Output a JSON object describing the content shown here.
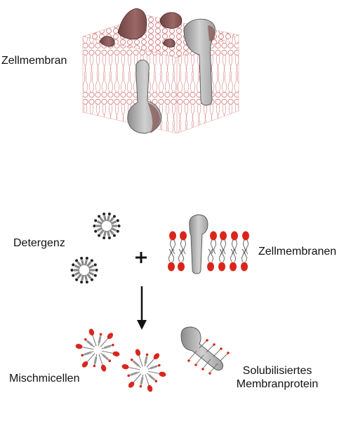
{
  "labels": {
    "zellmembran": "Zellmembran",
    "detergenz": "Detergenz",
    "zellmembranen": "Zellmembranen",
    "mischmicellen": "Mischmicellen",
    "solubilisiertes_line1": "Solubilisiertes",
    "solubilisiertes_line2": "Membranprotein",
    "plus": "+"
  },
  "colors": {
    "lipid_head_red": "#d9261c",
    "membrane_pink": "#e8a0a0",
    "protein_brown": "#8a5a58",
    "protein_gray": "#b8b8b8",
    "detergent_dark": "#333333"
  }
}
